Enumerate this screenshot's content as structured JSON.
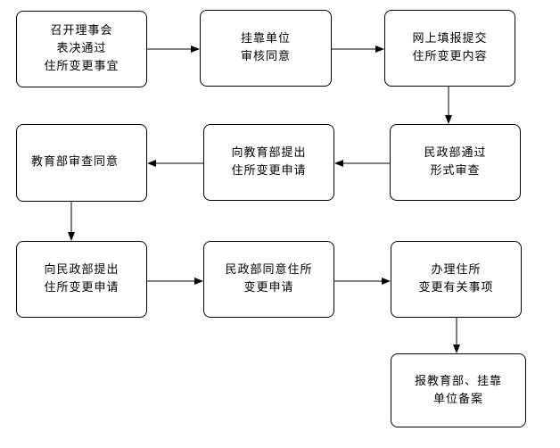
{
  "steps": {
    "s1": "召开理事会\n表决通过\n住所变更事宜",
    "s2": "挂靠单位\n审核同意",
    "s3": "网上填报提交\n住所变更内容",
    "s4": "民政部通过\n形式审查",
    "s5": "向教育部提出\n住所变更申请",
    "s6": "教育部审查同意",
    "s7": "向民政部提出\n住所变更申请",
    "s8": "民政部同意住所\n变更申请",
    "s9": "办理住所\n变更有关事项",
    "s10": "报教育部、挂靠\n单位备案"
  },
  "colors": {
    "stroke": "#000000",
    "background": "#ffffff"
  }
}
